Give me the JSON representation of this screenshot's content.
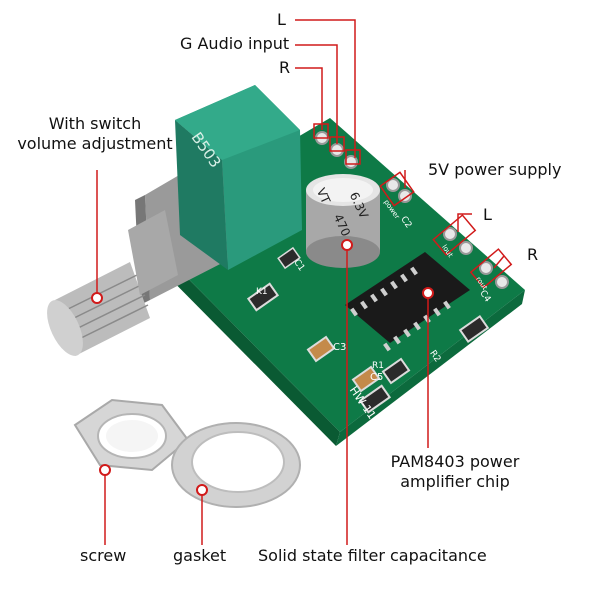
{
  "labels": {
    "audio_l": "L",
    "audio_g": "G Audio input",
    "audio_r": "R",
    "volume_line1": "With switch",
    "volume_line2": "volume adjustment",
    "power_supply": "5V power supply",
    "out_l": "L",
    "out_r": "R",
    "chip_line1": "PAM8403 power",
    "chip_line2": "amplifier chip",
    "screw": "screw",
    "gasket": "gasket",
    "capacitor": "Solid state filter capacitance"
  },
  "silkscreen": {
    "pot_code": "B503",
    "cap_value": "470",
    "cap_voltage": "6.3V",
    "cap_brand": "VT",
    "board_id": "HW-112",
    "c1": "C1",
    "c2": "C2",
    "c3": "C3",
    "c4": "C4",
    "c5": "C5",
    "r1": "R1",
    "r2": "R2",
    "k1": "K1",
    "power_pad": "power",
    "lout_pad": "lout",
    "rout_pad": "rout"
  },
  "colors": {
    "board": "#0e7a47",
    "pot_body": "#2a9a7c",
    "callout_line": "#d11a1a",
    "marker": "#d11a1a"
  }
}
